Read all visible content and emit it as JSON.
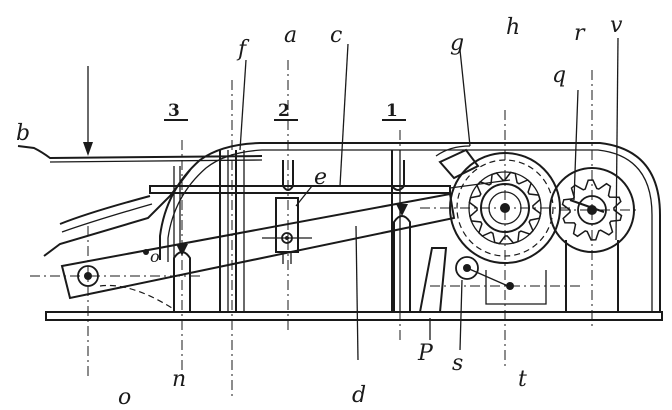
{
  "labels": {
    "b": "b",
    "f": "f",
    "a": "a",
    "c": "c",
    "g": "g",
    "h": "h",
    "r": "r",
    "v": "v",
    "q": "q",
    "e": "e",
    "o_small": "o",
    "d": "d",
    "p": "P",
    "s": "s",
    "t": "t",
    "n": "n",
    "o": "o"
  },
  "section_numbers": {
    "one": "1",
    "two": "2",
    "three": "3"
  }
}
